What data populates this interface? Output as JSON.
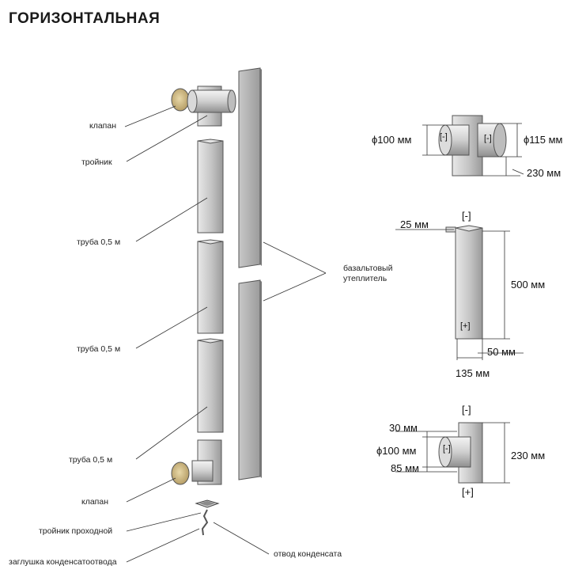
{
  "title": "ГОРИЗОНТАЛЬНАЯ",
  "labels": {
    "valve_top": "клапан",
    "tee": "тройник",
    "pipe_1": "труба 0,5 м",
    "pipe_2": "труба 0,5 м",
    "pipe_3": "труба 0,5 м",
    "valve_bottom": "клапан",
    "tee_pass": "тройник проходной",
    "condensate_plug": "заглушка конденсатоотвода",
    "basalt_line1": "базальтовый",
    "basalt_line2": "утеплитель",
    "condensate_drain": "отвод конденсата"
  },
  "dims_top": {
    "d100": "ϕ100 мм",
    "d115": "ϕ115 мм",
    "len230": "230 мм",
    "minus_left": "[-]",
    "minus_right": "[-]"
  },
  "dims_pipe": {
    "minus": "[-]",
    "plus": "[+]",
    "w25": "25 мм",
    "h500": "500 мм",
    "w50": "50 мм",
    "w135": "135 мм"
  },
  "dims_bottom": {
    "minus_top": "[-]",
    "w30": "30 мм",
    "d100": "ϕ100 мм",
    "inner_minus": "[-]",
    "w85": "85 мм",
    "h230": "230 мм",
    "plus_bottom": "[+]"
  }
}
